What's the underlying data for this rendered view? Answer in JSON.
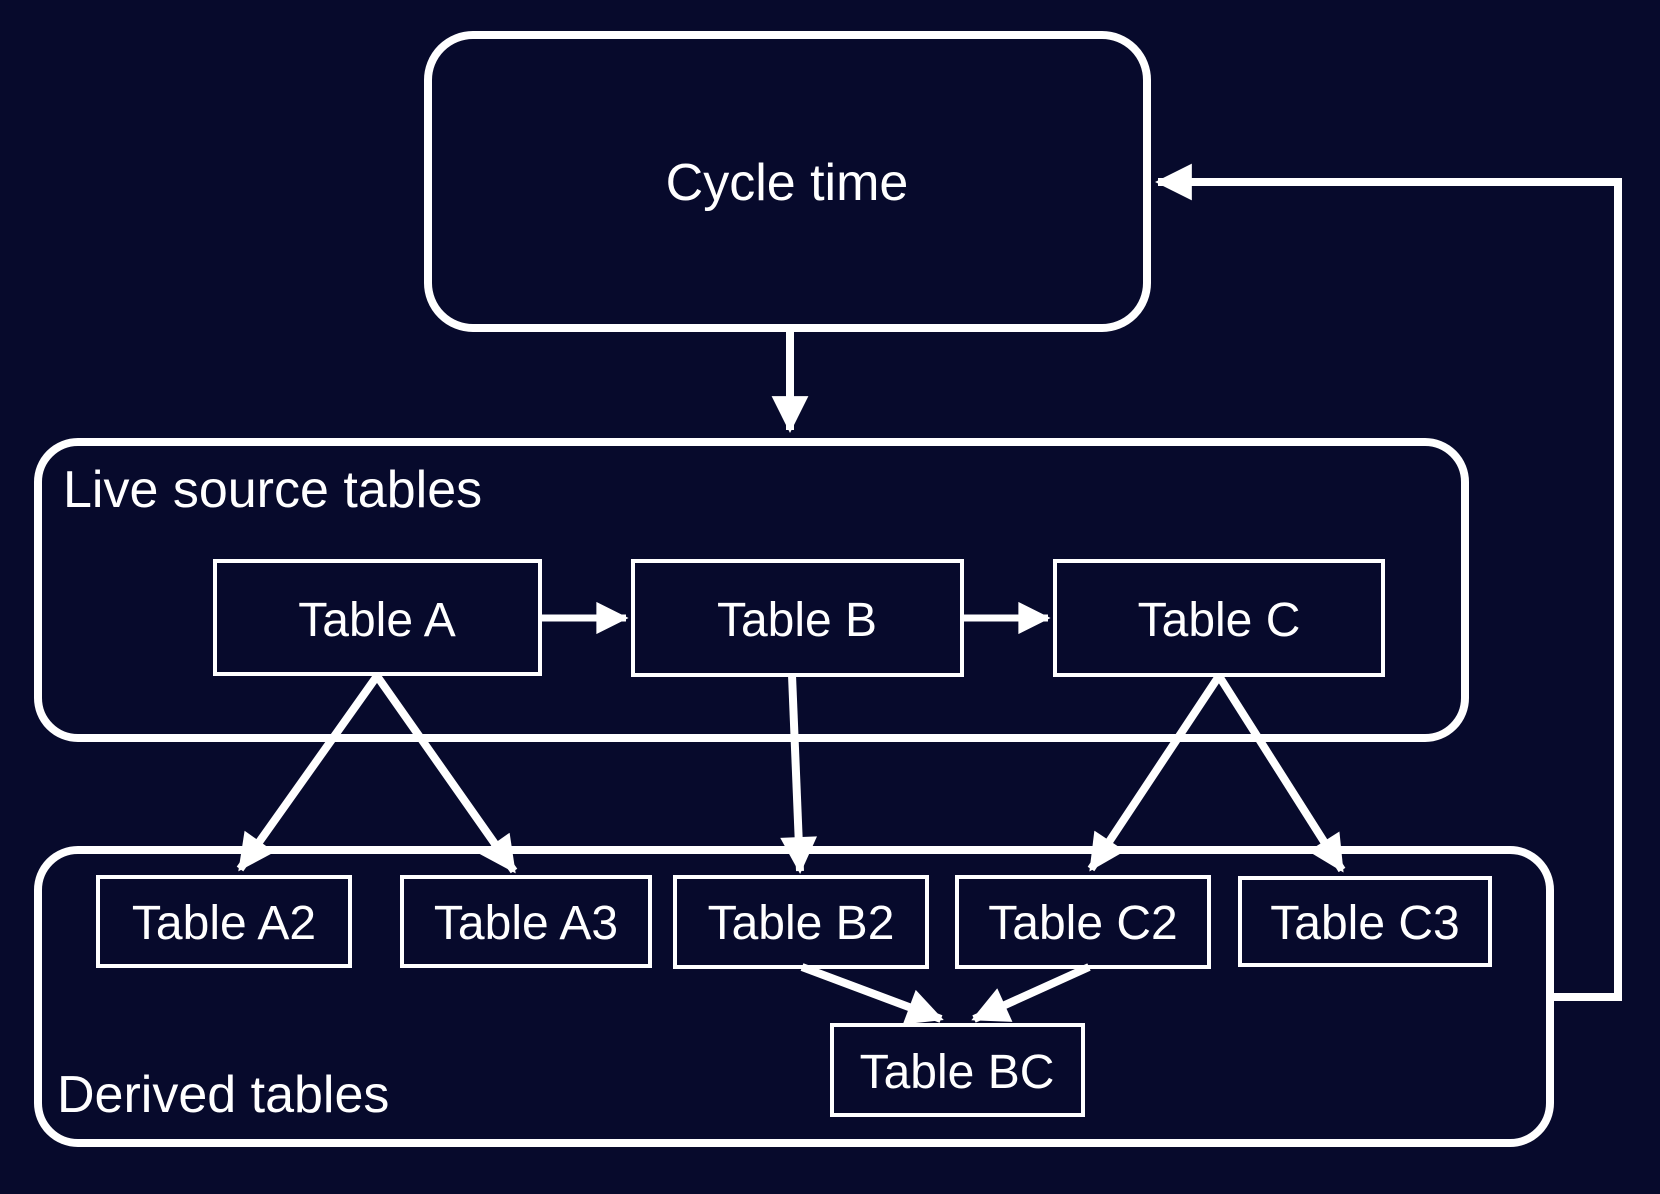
{
  "colors": {
    "background": "#070a2c",
    "stroke": "#ffffff",
    "text": "#ffffff"
  },
  "cycle_box": {
    "label": "Cycle time"
  },
  "live_container": {
    "label": "Live source tables",
    "tables": [
      {
        "label": "Table A"
      },
      {
        "label": "Table B"
      },
      {
        "label": "Table C"
      }
    ]
  },
  "derived_container": {
    "label": "Derived tables",
    "tables": [
      {
        "label": "Table A2"
      },
      {
        "label": "Table A3"
      },
      {
        "label": "Table B2"
      },
      {
        "label": "Table C2"
      },
      {
        "label": "Table C3"
      }
    ],
    "merged_table": {
      "label": "Table BC"
    }
  }
}
